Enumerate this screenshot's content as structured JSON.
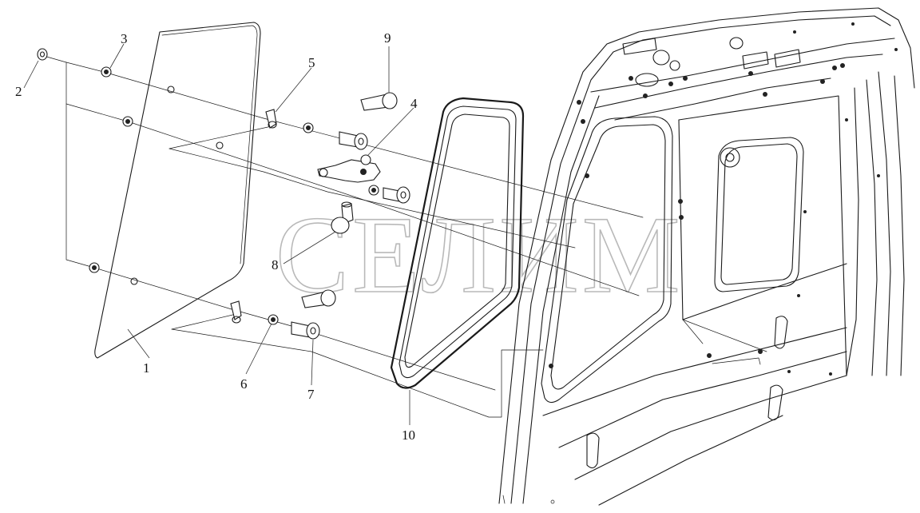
{
  "watermark": "СЕЛИМ",
  "callouts": [
    {
      "id": "1",
      "label": "1"
    },
    {
      "id": "2",
      "label": "2"
    },
    {
      "id": "3",
      "label": "3"
    },
    {
      "id": "4",
      "label": "4"
    },
    {
      "id": "5",
      "label": "5"
    },
    {
      "id": "6",
      "label": "6"
    },
    {
      "id": "7",
      "label": "7"
    },
    {
      "id": "8",
      "label": "8"
    },
    {
      "id": "9",
      "label": "9"
    },
    {
      "id": "10",
      "label": "10"
    }
  ]
}
